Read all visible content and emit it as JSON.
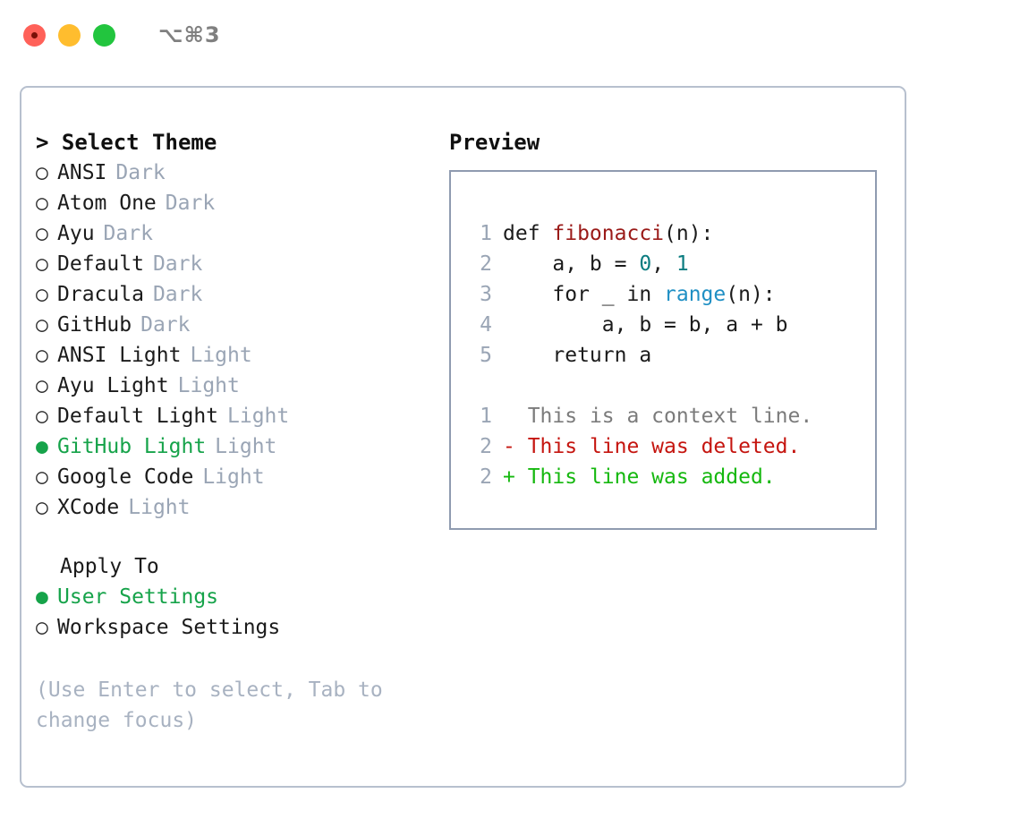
{
  "window": {
    "shortcut": "⌥⌘3",
    "traffic_lights": [
      "close",
      "minimize",
      "maximize"
    ]
  },
  "left": {
    "heading": "> Select Theme",
    "themes": [
      {
        "bullet": "○",
        "name": "ANSI",
        "badge": "Dark",
        "selected": false
      },
      {
        "bullet": "○",
        "name": "Atom One",
        "badge": "Dark",
        "selected": false
      },
      {
        "bullet": "○",
        "name": "Ayu",
        "badge": "Dark",
        "selected": false
      },
      {
        "bullet": "○",
        "name": "Default",
        "badge": "Dark",
        "selected": false
      },
      {
        "bullet": "○",
        "name": "Dracula",
        "badge": "Dark",
        "selected": false
      },
      {
        "bullet": "○",
        "name": "GitHub",
        "badge": "Dark",
        "selected": false
      },
      {
        "bullet": "○",
        "name": "ANSI Light",
        "badge": "Light",
        "selected": false
      },
      {
        "bullet": "○",
        "name": "Ayu Light",
        "badge": "Light",
        "selected": false
      },
      {
        "bullet": "○",
        "name": "Default Light",
        "badge": "Light",
        "selected": false
      },
      {
        "bullet": "●",
        "name": "GitHub Light",
        "badge": "Light",
        "selected": true
      },
      {
        "bullet": "○",
        "name": "Google Code",
        "badge": "Light",
        "selected": false
      },
      {
        "bullet": "○",
        "name": "XCode",
        "badge": "Light",
        "selected": false
      }
    ],
    "apply_to": {
      "heading": "Apply To",
      "options": [
        {
          "bullet": "●",
          "label": "User Settings",
          "selected": true
        },
        {
          "bullet": "○",
          "label": "Workspace Settings",
          "selected": false
        }
      ]
    },
    "hint": "(Use Enter to select, Tab to change focus)"
  },
  "right": {
    "heading": "Preview",
    "code_lines": [
      {
        "no": "1",
        "segments": [
          {
            "text": "def ",
            "tok": "plain"
          },
          {
            "text": "fibonacci",
            "tok": "fn"
          },
          {
            "text": "(n):",
            "tok": "plain"
          }
        ]
      },
      {
        "no": "2",
        "segments": [
          {
            "text": "    a, b = ",
            "tok": "plain"
          },
          {
            "text": "0",
            "tok": "num"
          },
          {
            "text": ", ",
            "tok": "plain"
          },
          {
            "text": "1",
            "tok": "num"
          }
        ]
      },
      {
        "no": "3",
        "segments": [
          {
            "text": "    for _ in ",
            "tok": "plain"
          },
          {
            "text": "range",
            "tok": "builtin"
          },
          {
            "text": "(n):",
            "tok": "plain"
          }
        ]
      },
      {
        "no": "4",
        "segments": [
          {
            "text": "        a, b = b, a + b",
            "tok": "plain"
          }
        ]
      },
      {
        "no": "5",
        "segments": [
          {
            "text": "    return a",
            "tok": "plain"
          }
        ]
      }
    ],
    "diff_lines": [
      {
        "no": "1",
        "marker": "  ",
        "text": "This is a context line.",
        "kind": "ctx"
      },
      {
        "no": "2",
        "marker": "- ",
        "text": "This line was deleted.",
        "kind": "del"
      },
      {
        "no": "2",
        "marker": "+ ",
        "text": "This line was added.",
        "kind": "add"
      }
    ]
  },
  "colors": {
    "accent_green": "#16a34a",
    "diff_add": "#15b80f",
    "diff_del": "#c5150f",
    "muted": "#9aa5b5",
    "border": "#b7c0ce",
    "preview_border": "#8f9bb0"
  }
}
